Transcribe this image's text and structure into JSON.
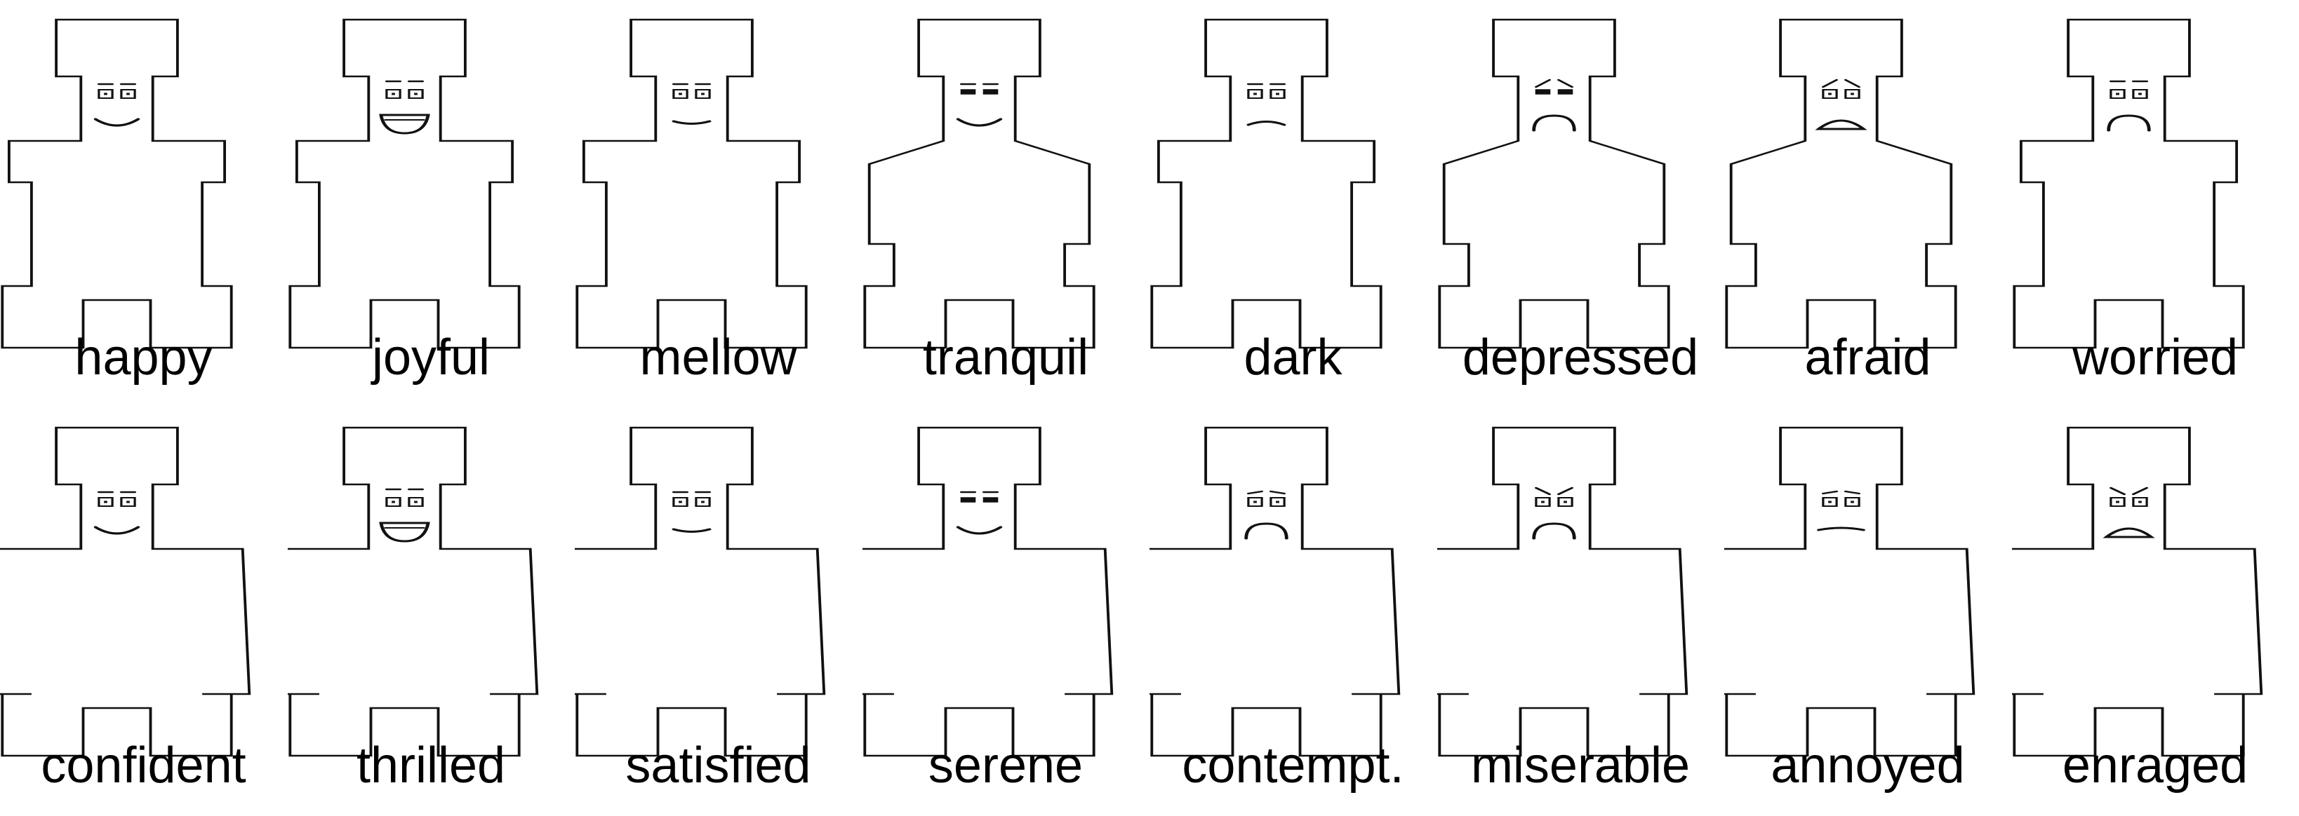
{
  "colors": {
    "background": "#ffffff",
    "line": "#111111",
    "text": "#000000"
  },
  "figures": [
    {
      "label": "happy",
      "icon": "happy-figure-icon",
      "posture": "arms-down",
      "eyes": "open",
      "brows": "flat",
      "mouth": "smile"
    },
    {
      "label": "joyful",
      "icon": "joyful-figure-icon",
      "posture": "arms-down",
      "eyes": "open",
      "brows": "raised",
      "mouth": "grin"
    },
    {
      "label": "mellow",
      "icon": "mellow-figure-icon",
      "posture": "arms-down",
      "eyes": "open",
      "brows": "flat",
      "mouth": "slight-smile"
    },
    {
      "label": "tranquil",
      "icon": "tranquil-figure-icon",
      "posture": "slumped",
      "eyes": "closed",
      "brows": "flat",
      "mouth": "smile"
    },
    {
      "label": "dark",
      "icon": "dark-figure-icon",
      "posture": "arms-down",
      "eyes": "open",
      "brows": "flat",
      "mouth": "slight-frown"
    },
    {
      "label": "depressed",
      "icon": "depressed-figure-icon",
      "posture": "slumped",
      "eyes": "closed",
      "brows": "sad",
      "mouth": "frown"
    },
    {
      "label": "afraid",
      "icon": "afraid-figure-icon",
      "posture": "slumped",
      "eyes": "open",
      "brows": "sad",
      "mouth": "open-frown"
    },
    {
      "label": "worried",
      "icon": "worried-figure-icon",
      "posture": "arms-down",
      "eyes": "open",
      "brows": "raised",
      "mouth": "frown"
    },
    {
      "label": "confident",
      "icon": "confident-figure-icon",
      "posture": "arms-out",
      "eyes": "open",
      "brows": "flat",
      "mouth": "smile"
    },
    {
      "label": "thrilled",
      "icon": "thrilled-figure-icon",
      "posture": "arms-out",
      "eyes": "open",
      "brows": "raised",
      "mouth": "grin"
    },
    {
      "label": "satisfied",
      "icon": "satisfied-figure-icon",
      "posture": "arms-out",
      "eyes": "open",
      "brows": "flat",
      "mouth": "slight-smile"
    },
    {
      "label": "serene",
      "icon": "serene-figure-icon",
      "posture": "arms-out",
      "eyes": "closed",
      "brows": "flat",
      "mouth": "smile"
    },
    {
      "label": "contempt.",
      "icon": "contempt-figure-icon",
      "posture": "arms-out",
      "eyes": "open",
      "brows": "angled",
      "mouth": "frown"
    },
    {
      "label": "miserable",
      "icon": "miserable-figure-icon",
      "posture": "arms-out",
      "eyes": "open",
      "brows": "angry",
      "mouth": "frown"
    },
    {
      "label": "annoyed",
      "icon": "annoyed-figure-icon",
      "posture": "arms-out",
      "eyes": "open",
      "brows": "angled",
      "mouth": "flat-frown"
    },
    {
      "label": "enraged",
      "icon": "enraged-figure-icon",
      "posture": "arms-out",
      "eyes": "open",
      "brows": "angry",
      "mouth": "open-frown"
    }
  ]
}
